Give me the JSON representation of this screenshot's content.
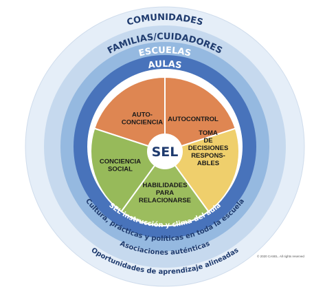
{
  "rings": {
    "communities": "COMUNIDADES",
    "families": "FAMILIAS/CUIDADORES",
    "schools": "ESCUELAS",
    "classrooms": "AULAS"
  },
  "bottom_labels": {
    "classroom_practice": "SEL instrucción y clima del aula",
    "school_practice": "Cultura, prácticas y políticas en toda la escuela",
    "family_partnerships": "Asociaciones auténticas",
    "community_partnerships": "Oportunidades de aprendizaje alineadas"
  },
  "center": {
    "label": "SEL"
  },
  "competencies": [
    {
      "id": "self-awareness",
      "lines": [
        "AUTO-",
        "CONCIENCIA"
      ],
      "color": "#de8652"
    },
    {
      "id": "self-management",
      "lines": [
        "AUTOCONTROL"
      ],
      "color": "#df8652"
    },
    {
      "id": "responsible-decision-making",
      "lines": [
        "TOMA",
        "DE",
        "DECISIONES",
        "RESPONS-",
        "ABLES"
      ],
      "color": "#efcf6c"
    },
    {
      "id": "relationship-skills",
      "lines": [
        "HABILIDADES",
        "PARA",
        "RELACIONARSE"
      ],
      "color": "#9cbd5e"
    },
    {
      "id": "social-awareness",
      "lines": [
        "CONCIENCIA",
        "SOCIAL"
      ],
      "color": "#97ba5a"
    }
  ],
  "colors": {
    "communities_ring": "#e5eef8",
    "families_ring": "#c6d9ee",
    "schools_ring": "#95b9e0",
    "classrooms_ring": "#4873bb",
    "ring_text_dark": "#1f3b6e",
    "ring_text_light": "#ffffff"
  },
  "copyright": "© 2020 CASEL. All rights reserved"
}
